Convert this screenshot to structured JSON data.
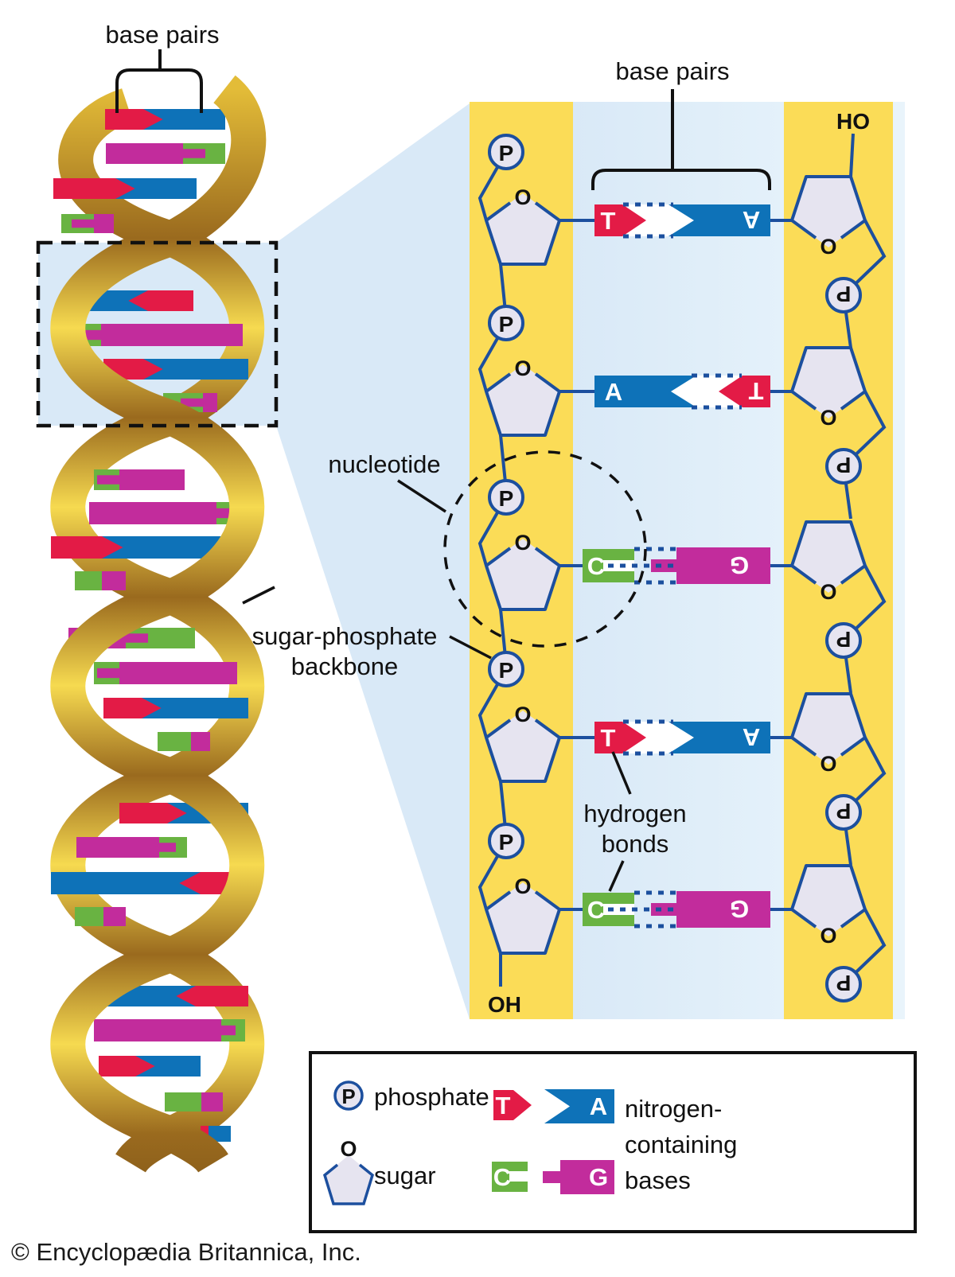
{
  "labels": {
    "base_pairs_left": "base pairs",
    "base_pairs_right": "base pairs",
    "nucleotide": "nucleotide",
    "backbone_line1": "sugar-phosphate",
    "backbone_line2": "backbone",
    "hbonds_line1": "hydrogen",
    "hbonds_line2": "bonds",
    "ho": "HO",
    "oh": "OH"
  },
  "atoms": {
    "phosphate": "P",
    "oxygen": "O"
  },
  "rows": [
    {
      "type": "TA",
      "left": "T",
      "right": "A"
    },
    {
      "type": "AT",
      "left": "A",
      "right": "T"
    },
    {
      "type": "CG",
      "left": "C",
      "right": "G"
    },
    {
      "type": "TA",
      "left": "T",
      "right": "A"
    },
    {
      "type": "CG",
      "left": "C",
      "right": "G"
    }
  ],
  "legend": {
    "phosphate": "phosphate",
    "sugar": "sugar",
    "bases_line1": "nitrogen-",
    "bases_line2": "containing",
    "bases_line3": "bases",
    "t": "T",
    "a": "A",
    "c": "C",
    "g": "G"
  },
  "copyright": "© Encyclopædia Britannica, Inc.",
  "colors": {
    "red": "#E31B46",
    "blue": "#0E72B8",
    "green": "#69B342",
    "magenta": "#C22C9C",
    "gold_bright": "#F6DA50",
    "gold_dark": "#9A6A1E",
    "backbone_yellow": "#FBDC57",
    "panel_blue": "#D9E9F7",
    "panel_blue_light": "#E9F4FB",
    "outline": "#1C4F9E",
    "shape_fill": "#E6E4F0",
    "ink": "#111111"
  },
  "helix_bars": [
    [
      150,
      132,
      180,
      283,
      "R",
      "B",
      "arrowR",
      26
    ],
    [
      193,
      133,
      230,
      283,
      "M",
      "G",
      "tabR",
      26
    ],
    [
      237,
      67,
      145,
      247,
      "R",
      "B",
      "arrowR",
      26
    ],
    [
      281,
      77,
      118,
      143,
      "G",
      "M",
      "tabL",
      24
    ],
    [
      332,
      128,
      149,
      164,
      "R",
      "B",
      "plain",
      24
    ],
    [
      378,
      83,
      186,
      243,
      "B",
      "R",
      "arrowL",
      26
    ],
    [
      421,
      80,
      127,
      305,
      "G",
      "M",
      "tabL",
      28
    ],
    [
      464,
      130,
      180,
      312,
      "R",
      "B",
      "arrowR",
      26
    ],
    [
      506,
      205,
      255,
      273,
      "G",
      "M",
      "tabL",
      24
    ],
    [
      560,
      250,
      262,
      290,
      "R",
      "B",
      "plain",
      22
    ],
    [
      603,
      118,
      150,
      232,
      "G",
      "M",
      "tabL",
      26
    ],
    [
      645,
      112,
      272,
      308,
      "M",
      "G",
      "tabR",
      28
    ],
    [
      688,
      64,
      128,
      298,
      "R",
      "B",
      "arrowR",
      28
    ],
    [
      730,
      94,
      128,
      158,
      "G",
      "M",
      "plain",
      24
    ],
    [
      802,
      86,
      158,
      245,
      "M",
      "G",
      "tabR",
      26
    ],
    [
      846,
      118,
      150,
      298,
      "G",
      "M",
      "tabL",
      28
    ],
    [
      890,
      130,
      178,
      312,
      "R",
      "B",
      "arrowR",
      26
    ],
    [
      932,
      198,
      240,
      264,
      "G",
      "M",
      "plain",
      24
    ],
    [
      1022,
      150,
      210,
      312,
      "R",
      "B",
      "arrowR",
      26
    ],
    [
      1065,
      96,
      200,
      235,
      "M",
      "G",
      "tabR",
      26
    ],
    [
      1110,
      64,
      252,
      298,
      "B",
      "R",
      "arrowL",
      28
    ],
    [
      1152,
      94,
      130,
      158,
      "G",
      "M",
      "plain",
      24
    ],
    [
      1252,
      130,
      246,
      312,
      "B",
      "R",
      "arrowL",
      26
    ],
    [
      1295,
      118,
      278,
      308,
      "M",
      "G",
      "tabR",
      28
    ],
    [
      1340,
      124,
      170,
      252,
      "R",
      "B",
      "arrowR",
      26
    ],
    [
      1385,
      207,
      253,
      280,
      "G",
      "M",
      "plain",
      24
    ],
    [
      1425,
      252,
      262,
      290,
      "R",
      "B",
      "plain",
      20
    ]
  ]
}
